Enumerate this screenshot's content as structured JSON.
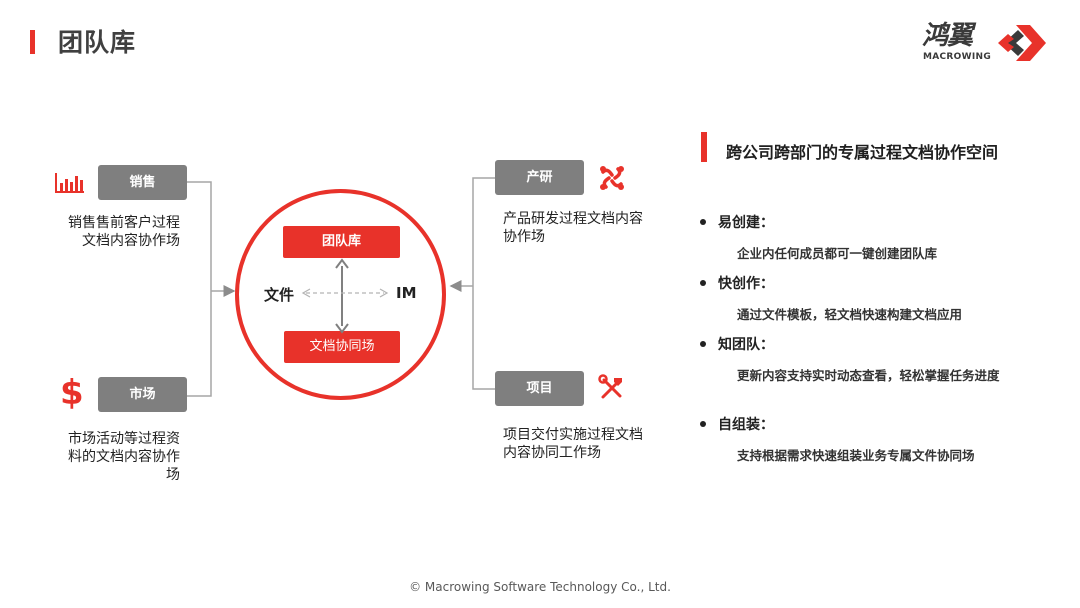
{
  "header": {
    "title": "团队库"
  },
  "logo": {
    "cn": "鸿翼",
    "en": "MACROWING"
  },
  "left": {
    "sales": {
      "label": "销售",
      "desc_line1": "销售售前客户过程",
      "desc_line2": "文档内容协作场"
    },
    "market": {
      "label": "市场",
      "desc_line1": "市场活动等过程资",
      "desc_line2": "料的文档内容协作",
      "desc_line3": "场"
    }
  },
  "right": {
    "rd": {
      "label": "产研",
      "desc_line1": "产品研发过程文档内容",
      "desc_line2": "协作场"
    },
    "project": {
      "label": "项目",
      "desc_line1": "项目交付实施过程文档",
      "desc_line2": "内容协同工作场"
    }
  },
  "center": {
    "top": "团队库",
    "bottom": "文档协同场",
    "left": "文件",
    "right": "IM"
  },
  "panel": {
    "heading": "跨公司跨部门的专属过程文档协作空间",
    "features": [
      {
        "title": "易创建：",
        "desc": "企业内任何成员都可一键创建团队库"
      },
      {
        "title": "快创作：",
        "desc": "通过文件模板，轻文档快速构建文档应用"
      },
      {
        "title": "知团队：",
        "desc": "更新内容支持实时动态查看，轻松掌握任务进度"
      },
      {
        "title": "自组装：",
        "desc": "支持根据需求快速组装业务专属文件协同场"
      }
    ]
  },
  "footer": {
    "text": "© Macrowing Software Technology Co., Ltd."
  },
  "colors": {
    "accent": "#e8322a",
    "gray_pill": "#7f7f7f"
  }
}
